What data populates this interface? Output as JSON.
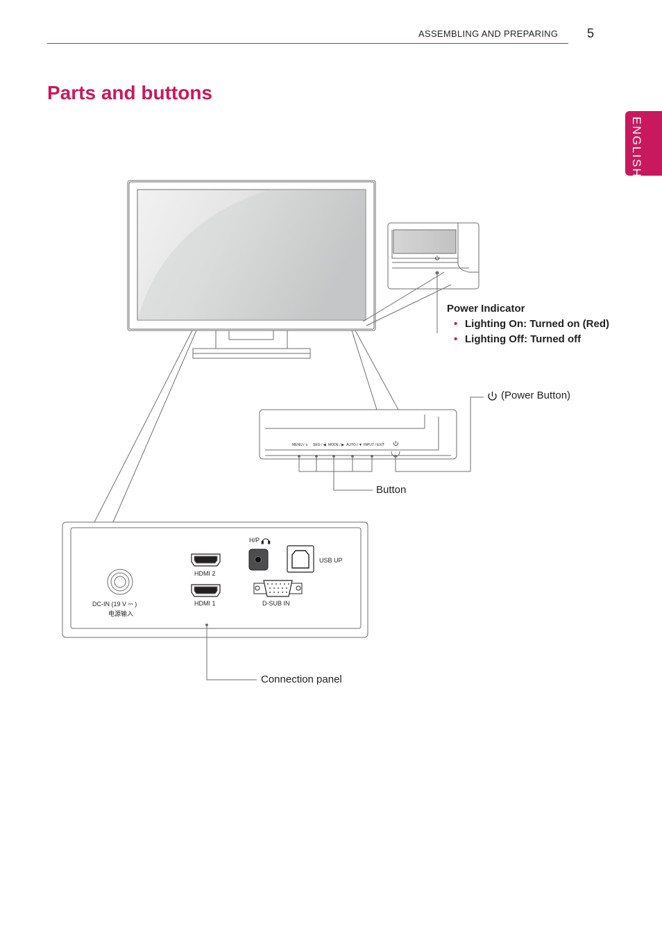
{
  "header": {
    "section": "ASSEMBLING AND PREPARING",
    "page_number": "5"
  },
  "title": "Parts and buttons",
  "language_tab": "ENGLISH",
  "power_indicator": {
    "heading": "Power Indicator",
    "items": [
      "Lighting On: Turned on (Red)",
      "Lighting Off: Turned off"
    ]
  },
  "power_button_label": "(Power Button)",
  "button_label": "Button",
  "connection_panel_label": "Connection panel",
  "button_strip": [
    "MENU / ↳",
    "SEG / ◀",
    "MODE / ▶",
    "AUTO / ▼",
    "INPUT / EXIT"
  ],
  "ports": {
    "hp": "H/P",
    "usb": "USB UP",
    "hdmi2": "HDMI 2",
    "hdmi1": "HDMI 1",
    "dsub": "D-SUB IN",
    "dcin": "DC-IN (19 V ⎓ )",
    "dcin_cn": "电源输入"
  },
  "colors": {
    "accent": "#c8195e",
    "text": "#231f20",
    "line": "#6d6e71"
  }
}
